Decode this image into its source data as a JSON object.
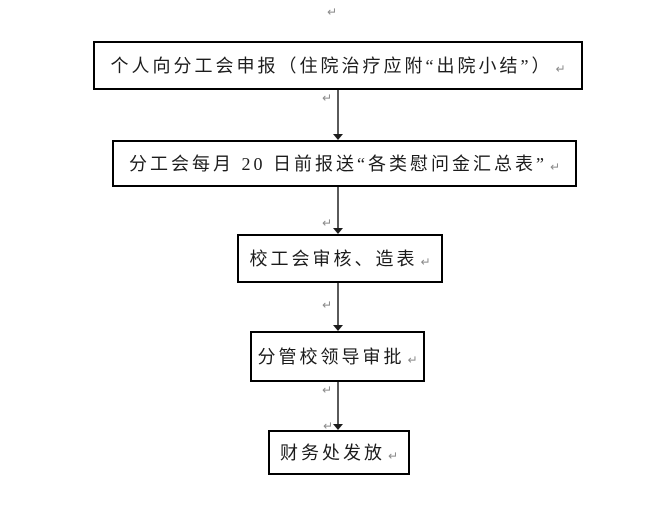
{
  "document": {
    "background": "#ffffff",
    "paragraph_mark": "↵",
    "flowchart": {
      "type": "vertical-flow",
      "steps": [
        {
          "label": "个人向分工会申报（住院治疗应附“出院小结”）"
        },
        {
          "label": "分工会每月 20 日前报送“各类慰问金汇总表”"
        },
        {
          "label": "校工会审核、造表"
        },
        {
          "label": "分管校领导审批"
        },
        {
          "label": "财务处发放"
        }
      ],
      "colors": {
        "box_border": "#000000",
        "text": "#1c1c1c",
        "connector_line": "#5a5a5a",
        "arrowhead": "#1c1c1c",
        "paragraph_mark": "#8a8a8a"
      }
    }
  }
}
